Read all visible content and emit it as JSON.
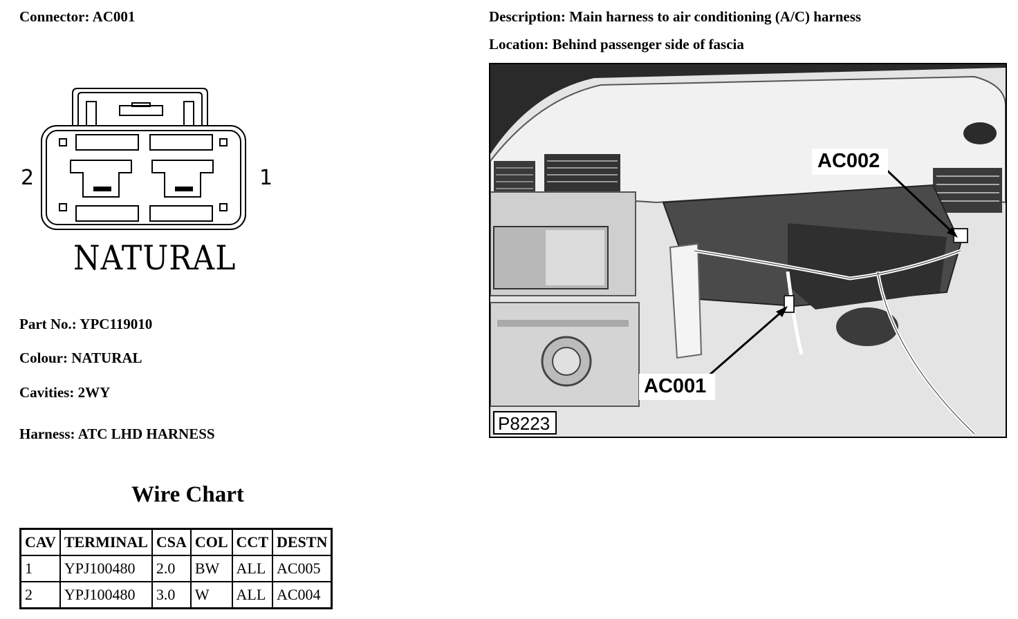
{
  "connector": {
    "label": "Connector:",
    "value": "AC001"
  },
  "description": {
    "label": "Description:",
    "value": "Main harness to air conditioning (A/C) harness"
  },
  "location": {
    "label": "Location:",
    "value": "Behind passenger side of fascia"
  },
  "diagram": {
    "pin_left": "2",
    "pin_right": "1",
    "colour_label": "NATURAL"
  },
  "details": [
    {
      "label": "Part No.:",
      "value": "YPC119010"
    },
    {
      "label": "Colour:",
      "value": "NATURAL"
    },
    {
      "label": "Cavities:",
      "value": "2WY"
    },
    {
      "label": "Harness:",
      "value": "ATC LHD HARNESS"
    }
  ],
  "wire_chart": {
    "title": "Wire Chart",
    "headers": [
      "CAV",
      "TERMINAL",
      "CSA",
      "COL",
      "CCT",
      "DESTN"
    ],
    "rows": [
      [
        "1",
        "YPJ100480",
        "2.0",
        "BW",
        "ALL",
        "AC005"
      ],
      [
        "2",
        "YPJ100480",
        "3.0",
        "W",
        "ALL",
        "AC004"
      ]
    ]
  },
  "photo": {
    "callout_top": "AC002",
    "callout_bottom": "AC001",
    "figure_id": "P8223"
  }
}
